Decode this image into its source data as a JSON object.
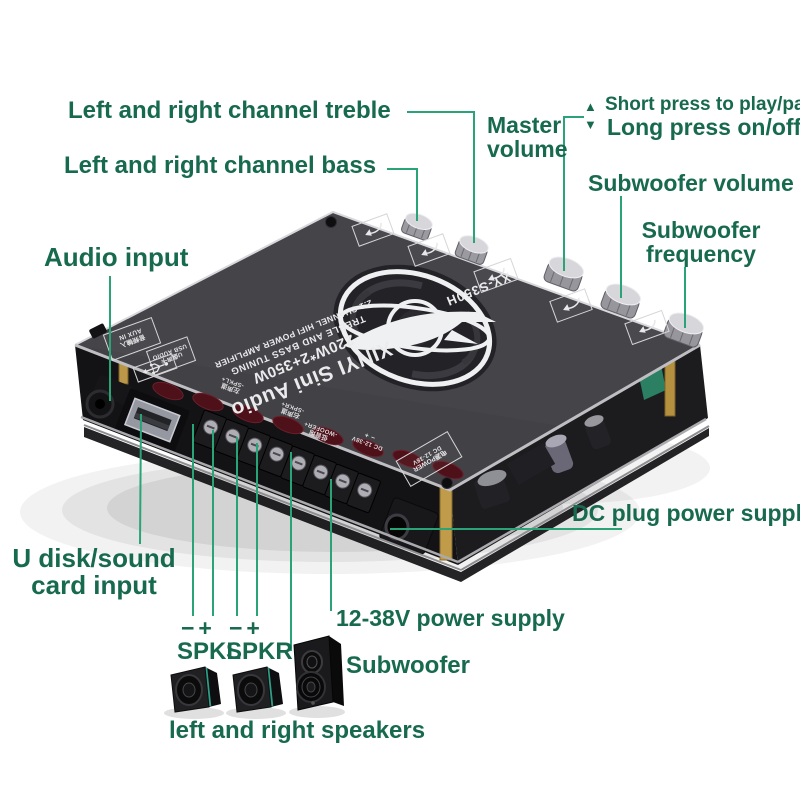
{
  "colors": {
    "annotation_text": "#176a4e",
    "leader_line": "#2aa377",
    "board_top": "#3f3f44",
    "board_side": "#141416",
    "board_print": "#ebebed"
  },
  "icons": {
    "up_arrow": "▲",
    "down_arrow": "▼"
  },
  "annotations": {
    "treble": "Left and right channel treble",
    "bass": "Left and right channel bass",
    "master_volume": "Master volume",
    "short_press": "Short press to play/pause",
    "long_press": "Long press on/off",
    "subwoofer_volume": "Subwoofer volume",
    "subwoofer_frequency": "Subwoofer frequency",
    "audio_input": "Audio input",
    "u_disk": "U disk/sound card input",
    "dc_plug": "DC plug power supply",
    "power_supply": "12-38V power supply",
    "subwoofer": "Subwoofer",
    "polarity": "−+",
    "spkl": "SPKL",
    "spkr": "SPKR",
    "lr_speakers": "left and right speakers"
  },
  "board": {
    "brand": "XINYI Sini Audio",
    "power_rating": "220W*2+350W",
    "tagline1": "TREBLE AND BASS TUNING",
    "tagline2": "2.1 CHANNEL HIFI POWER AMPLIFIER",
    "model": "XY-S350H",
    "aux_label_cn": "音频输入",
    "aux_label_en": "AUX IN",
    "usb_label_cn": "U盘声卡",
    "usb_label_en": "USB AUDIO",
    "spkl_cn": "左声道",
    "spkl_en": "-SPKL+",
    "spkr_cn": "右声道",
    "spkr_en": "-SPKR+",
    "woofer_cn": "低音炮",
    "woofer_en": "-WOOFER+",
    "dc_terminal": "DC 12-38V",
    "dc_polarity": "−   +",
    "power_box_cn": "电源POWER",
    "power_box_v": "DC 12-38V"
  }
}
